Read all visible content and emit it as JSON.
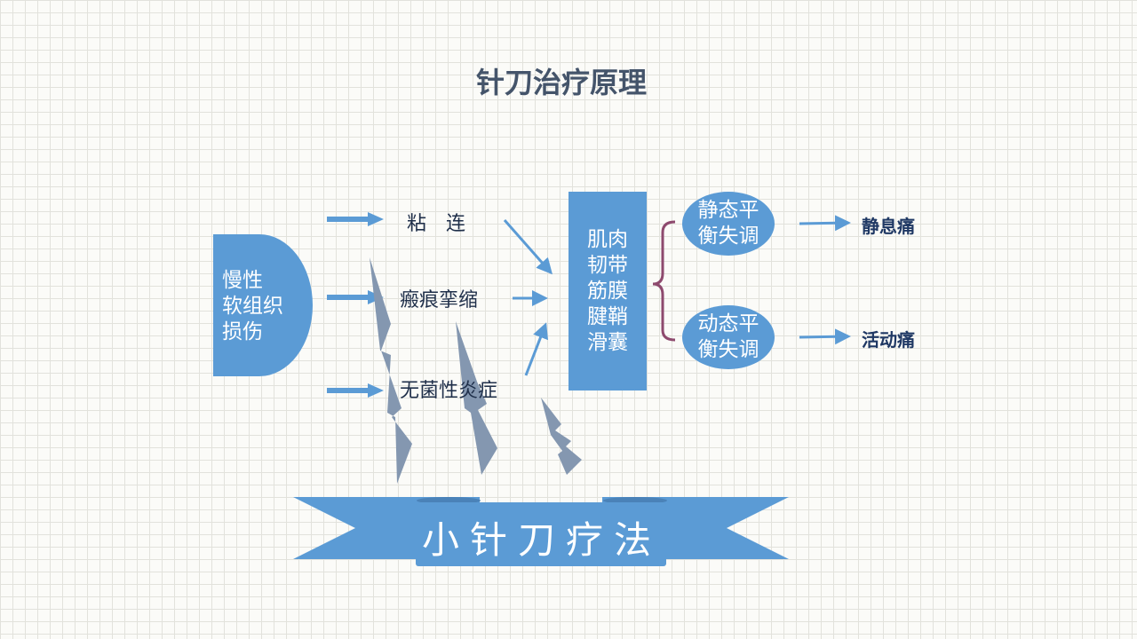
{
  "title": "针刀治疗原理",
  "cause": {
    "lines": [
      "慢性",
      "软组织",
      "损伤"
    ]
  },
  "pathology": [
    "粘　连",
    "瘢痕挛缩",
    "无菌性炎症"
  ],
  "tissues": {
    "lines": [
      "肌肉",
      "韧带",
      "筋膜",
      "腱鞘",
      "滑囊"
    ]
  },
  "imbalance": [
    {
      "lines": [
        "静态平",
        "衡失调"
      ],
      "result": "静息痛"
    },
    {
      "lines": [
        "动态平",
        "衡失调"
      ],
      "result": "活动痛"
    }
  ],
  "banner": "小针刀疗法",
  "colors": {
    "primary": "#5b9bd5",
    "lightning": "#8497b0",
    "brace": "#8e4a6e",
    "title": "#44546a"
  }
}
